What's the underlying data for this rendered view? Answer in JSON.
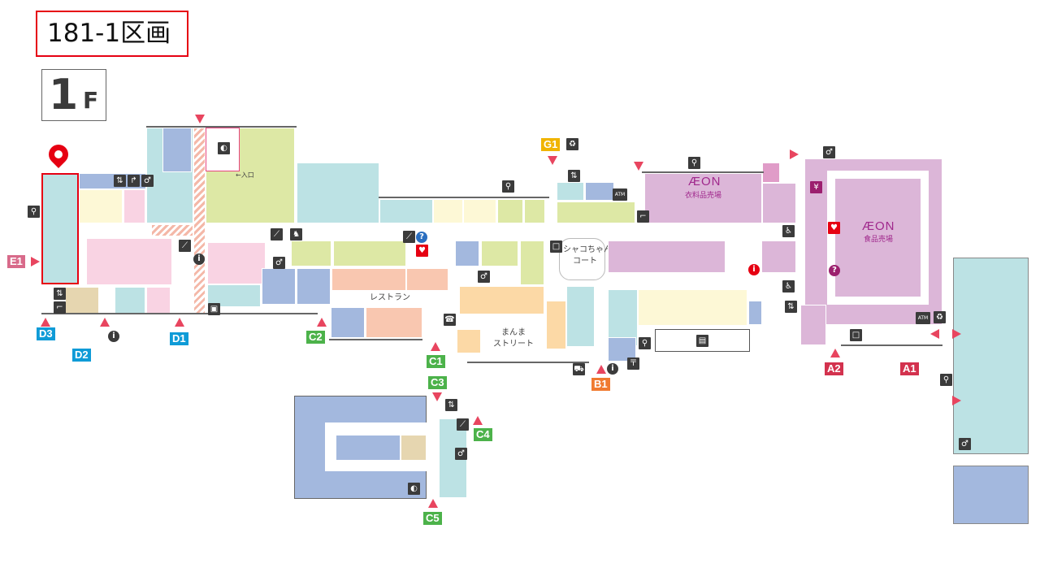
{
  "header": {
    "section_label": "181-1区画",
    "floor_number": "1",
    "floor_suffix": "F"
  },
  "map": {
    "highlight_color": "#e60012",
    "labels": {
      "entrance": "←入口",
      "restaurant": "レストラン",
      "court_line1": "シャコちゃん",
      "court_line2": "コート",
      "street_line1": "まんま",
      "street_line2": "ストリート",
      "aeon_logo": "ÆON",
      "clothing": "衣料品売場",
      "food": "食品売場",
      "atm": "ATM"
    },
    "entrances": [
      {
        "id": "E1",
        "color": "#d86a8a"
      },
      {
        "id": "D3",
        "color": "#0f9bd7"
      },
      {
        "id": "D2",
        "color": "#0f9bd7"
      },
      {
        "id": "D1",
        "color": "#0f9bd7"
      },
      {
        "id": "C2",
        "color": "#4cb24a"
      },
      {
        "id": "C1",
        "color": "#4cb24a"
      },
      {
        "id": "C3",
        "color": "#4cb24a"
      },
      {
        "id": "C4",
        "color": "#4cb24a"
      },
      {
        "id": "C5",
        "color": "#4cb24a"
      },
      {
        "id": "G1",
        "color": "#f0b400"
      },
      {
        "id": "B1",
        "color": "#f07a30"
      },
      {
        "id": "A2",
        "color": "#d3324e"
      },
      {
        "id": "A1",
        "color": "#d3324e"
      }
    ],
    "zone_colors": {
      "service": "#bce2e4",
      "fashion": "#a3b8de",
      "goods": "#fdf8d6",
      "beauty": "#f9d3e3",
      "food": "#dde8a5",
      "aeon": "#dcb6d8",
      "restaurant": "#f9c7b0",
      "street": "#fcd9a6"
    }
  }
}
